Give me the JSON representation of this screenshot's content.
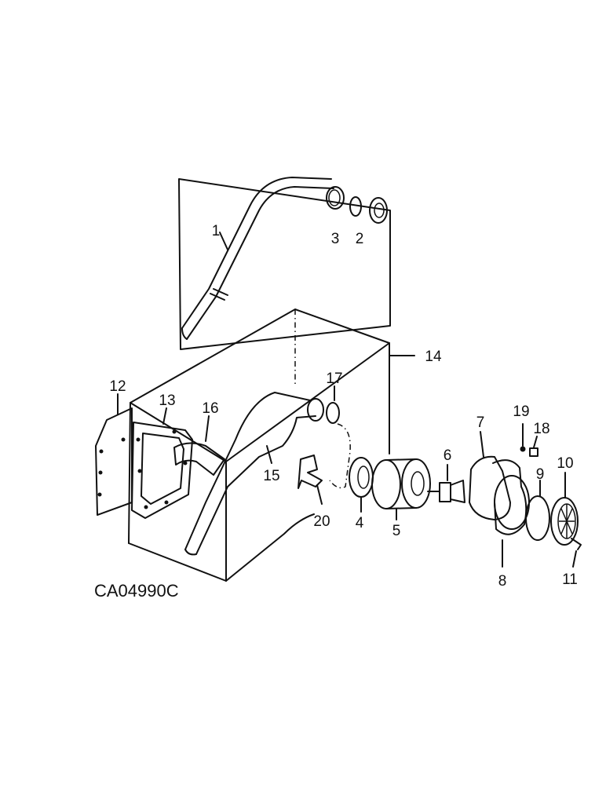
{
  "figure_code": "CA04990C",
  "callouts": {
    "c1": "1",
    "c2": "2",
    "c3": "3",
    "c4": "4",
    "c5": "5",
    "c6": "6",
    "c7": "7",
    "c8": "8",
    "c9": "9",
    "c10": "10",
    "c11": "11",
    "c12": "12",
    "c13": "13",
    "c14": "14",
    "c15": "15",
    "c16": "16",
    "c17": "17",
    "c18": "18",
    "c19": "19",
    "c20": "20"
  }
}
